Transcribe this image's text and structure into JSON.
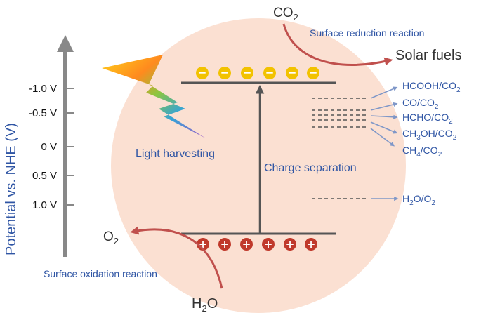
{
  "axis": {
    "label": "Potential vs. NHE (V)",
    "ticks": [
      "-1.0 V",
      "-0.5 V",
      "0 V",
      "0.5 V",
      "1.0 V"
    ]
  },
  "labels": {
    "co2": "CO",
    "co2_sub": "2",
    "surface_reduction": "Surface reduction reaction",
    "solar_fuels": "Solar fuels",
    "light_harvesting": "Light harvesting",
    "charge_separation": "Charge separation",
    "o2": "O",
    "o2_sub": "2",
    "surface_oxidation": "Surface oxidation reaction",
    "h2o": "H",
    "h2o_sub": "2",
    "h2o_tail": "O"
  },
  "redox_pairs": [
    {
      "a": "HCOOH/CO",
      "sub": "2",
      "b": ""
    },
    {
      "a": "CO/CO",
      "sub": "2",
      "b": ""
    },
    {
      "a": "HCHO/CO",
      "sub": "2",
      "b": ""
    },
    {
      "a": "CH",
      "sub": "3",
      "b": "OH/CO",
      "sub2": "2"
    },
    {
      "a": "CH",
      "sub": "4",
      "b": "/CO",
      "sub2": "2"
    },
    {
      "a": "H",
      "sub": "2",
      "b": "O/O",
      "sub2": "2"
    }
  ],
  "charges": {
    "electron": "−",
    "hole": "+",
    "electron_count": 6,
    "hole_count": 6
  },
  "colors": {
    "particle": "#fbe0d2",
    "band": "#555555",
    "axis": "#888888",
    "arrow_red": "#c0504d",
    "arrow_blue": "#7f97c8",
    "text_blue": "#2f55a4",
    "electron_fill": "#f2c200",
    "hole_fill": "#c0392b"
  }
}
